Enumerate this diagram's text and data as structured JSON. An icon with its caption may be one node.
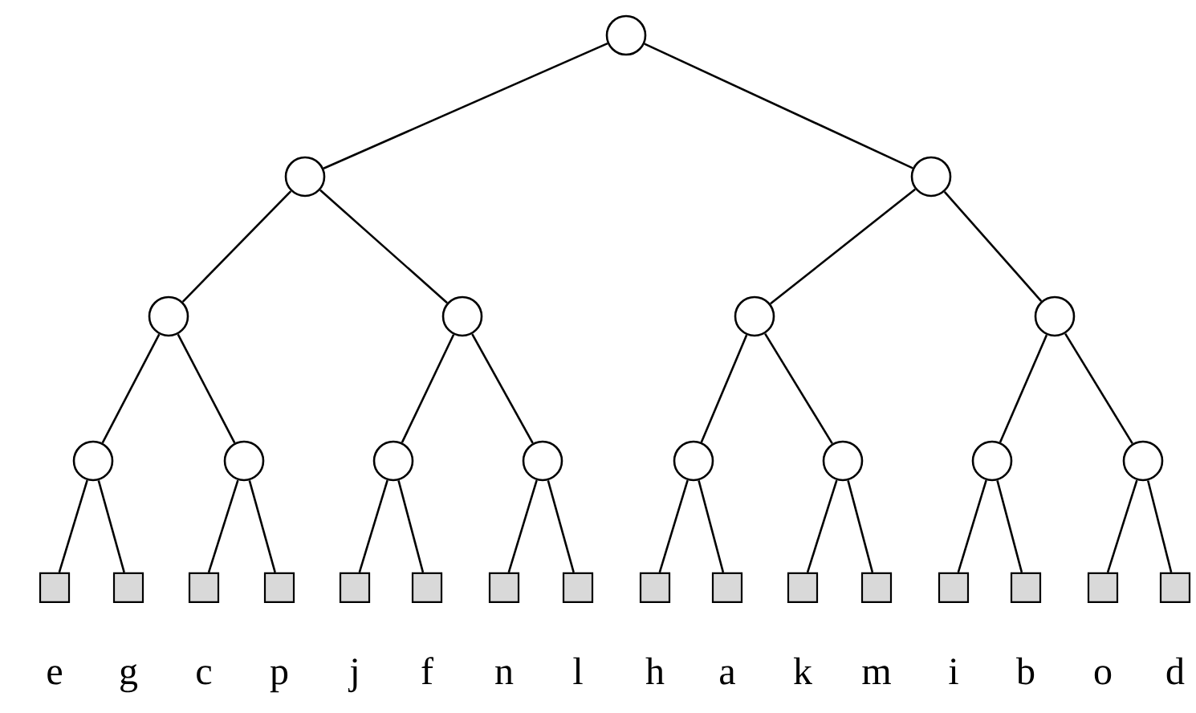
{
  "diagram": {
    "nodes": [
      {
        "text": [],
        "shape": "circle"
      },
      {
        "text": [],
        "shape": "circle"
      },
      {
        "text": [],
        "shape": "circle"
      },
      {
        "text": [],
        "shape": "circle"
      },
      {
        "text": [],
        "shape": "circle"
      },
      {
        "text": [],
        "shape": "circle"
      },
      {
        "text": [],
        "shape": "circle"
      },
      {
        "text": [],
        "shape": "circle"
      },
      {
        "text": [],
        "shape": "circle"
      },
      {
        "text": [],
        "shape": "circle"
      },
      {
        "text": [],
        "shape": "circle"
      },
      {
        "text": [],
        "shape": "circle"
      },
      {
        "text": [],
        "shape": "circle"
      },
      {
        "text": [],
        "shape": "circle"
      },
      {
        "text": [],
        "shape": "circle"
      },
      {
        "text": [],
        "shape": "box",
        "beside": [
          "e"
        ]
      },
      {
        "text": [],
        "shape": "box",
        "beside": [
          "g"
        ]
      },
      {
        "text": [],
        "shape": "box",
        "beside": [
          "c"
        ]
      },
      {
        "text": [],
        "shape": "box",
        "beside": [
          "p"
        ]
      },
      {
        "text": [],
        "shape": "box",
        "beside": [
          "j"
        ]
      },
      {
        "text": [],
        "shape": "box",
        "beside": [
          "f"
        ]
      },
      {
        "text": [],
        "shape": "box",
        "beside": [
          "n"
        ]
      },
      {
        "text": [],
        "shape": "box",
        "beside": [
          "l"
        ]
      },
      {
        "text": [],
        "shape": "box",
        "beside": [
          "h"
        ]
      },
      {
        "text": [],
        "shape": "box",
        "beside": [
          "a"
        ]
      },
      {
        "text": [],
        "shape": "box",
        "beside": [
          "k"
        ]
      },
      {
        "text": [],
        "shape": "box",
        "beside": [
          "m"
        ]
      },
      {
        "text": [],
        "shape": "box",
        "beside": [
          "i"
        ]
      },
      {
        "text": [],
        "shape": "box",
        "beside": [
          "b"
        ]
      },
      {
        "text": [],
        "shape": "box",
        "beside": [
          "o"
        ]
      },
      {
        "text": [],
        "shape": "box",
        "beside": [
          "d"
        ]
      }
    ],
    "edges": [
      {
        "from": 0,
        "to": 1,
        "arrow": "none"
      },
      {
        "from": 0,
        "to": 2,
        "arrow": "none"
      },
      {
        "from": 1,
        "to": 3,
        "arrow": "none"
      },
      {
        "from": 1,
        "to": 4,
        "arrow": "none"
      },
      {
        "from": 2,
        "to": 5,
        "arrow": "none"
      },
      {
        "from": 2,
        "to": 6,
        "arrow": "none"
      },
      {
        "from": 3,
        "to": 7,
        "arrow": "none"
      },
      {
        "from": 3,
        "to": 8,
        "arrow": "none"
      },
      {
        "from": 4,
        "to": 9,
        "arrow": "none"
      },
      {
        "from": 4,
        "to": 10,
        "arrow": "none"
      },
      {
        "from": 5,
        "to": 11,
        "arrow": "none"
      },
      {
        "from": 5,
        "to": 12,
        "arrow": "none"
      },
      {
        "from": 6,
        "to": 13,
        "arrow": "none"
      },
      {
        "from": 6,
        "to": 14,
        "arrow": "none"
      },
      {
        "from": 7,
        "to": 15,
        "arrow": "none"
      },
      {
        "from": 7,
        "to": 16,
        "arrow": "none"
      },
      {
        "from": 8,
        "to": 17,
        "arrow": "none"
      },
      {
        "from": 8,
        "to": 18,
        "arrow": "none"
      },
      {
        "from": 9,
        "to": 19,
        "arrow": "none"
      },
      {
        "from": 9,
        "to": 20,
        "arrow": "none"
      },
      {
        "from": 10,
        "to": 21,
        "arrow": "none"
      },
      {
        "from": 10,
        "to": 22,
        "arrow": "none"
      },
      {
        "from": 11,
        "to": 23,
        "arrow": "none"
      },
      {
        "from": 11,
        "to": 24,
        "arrow": "none"
      },
      {
        "from": 12,
        "to": 25,
        "arrow": "none"
      },
      {
        "from": 12,
        "to": 26,
        "arrow": "none"
      },
      {
        "from": 13,
        "to": 27,
        "arrow": "none"
      },
      {
        "from": 13,
        "to": 28,
        "arrow": "none"
      },
      {
        "from": 14,
        "to": 29,
        "arrow": "none"
      },
      {
        "from": 14,
        "to": 30,
        "arrow": "none"
      }
    ]
  }
}
